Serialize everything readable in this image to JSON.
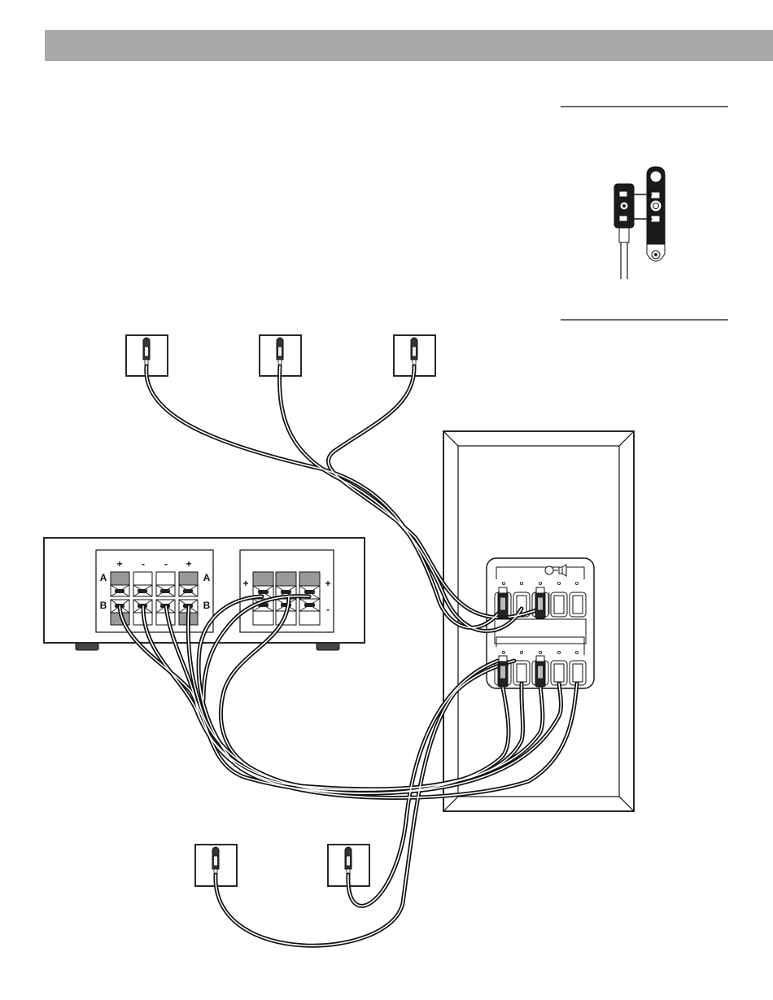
{
  "receiver": {
    "speaker_a_plus_left": "+",
    "speaker_a_minus_left": "-",
    "speaker_a_minus_right": "-",
    "speaker_a_plus_right": "+",
    "row_a_left": "A",
    "row_b_left": "B",
    "row_a_right": "A",
    "row_b_right": "B",
    "center_plus_left": "+",
    "center_plus_right": "+",
    "center_minus_right": "-"
  },
  "colors": {
    "header_bar": "#a9a9a9",
    "line": "#111111",
    "terminal_fill": "#9a9a9a"
  }
}
